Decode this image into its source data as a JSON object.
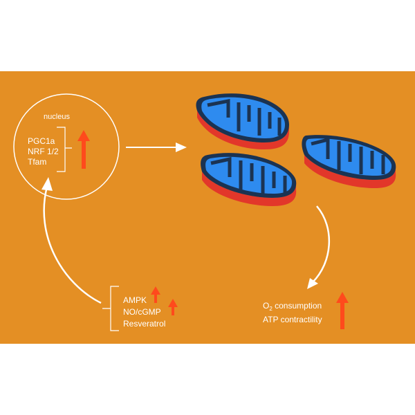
{
  "colors": {
    "background": "#E48F24",
    "line": "#FFFFFF",
    "up_arrow": "#FF4A1C",
    "matrix": "#2E8BEF",
    "mito_outer": "#E2372A",
    "cristae": "#1B3352"
  },
  "nucleus": {
    "title": "nucleus",
    "factors": [
      "PGC1a",
      "NRF 1/2",
      "Tfam"
    ]
  },
  "activators": [
    "AMPK",
    "NO/cGMP",
    "Resveratrol"
  ],
  "outcomes": {
    "o2": "O",
    "o2_sub": "2",
    "o2_rest": " consumption",
    "atp": "ATP contractility"
  },
  "icons": [
    "up-arrow-icon",
    "right-arrow-icon",
    "curved-arrow-icon",
    "mitochondrion-icon"
  ]
}
